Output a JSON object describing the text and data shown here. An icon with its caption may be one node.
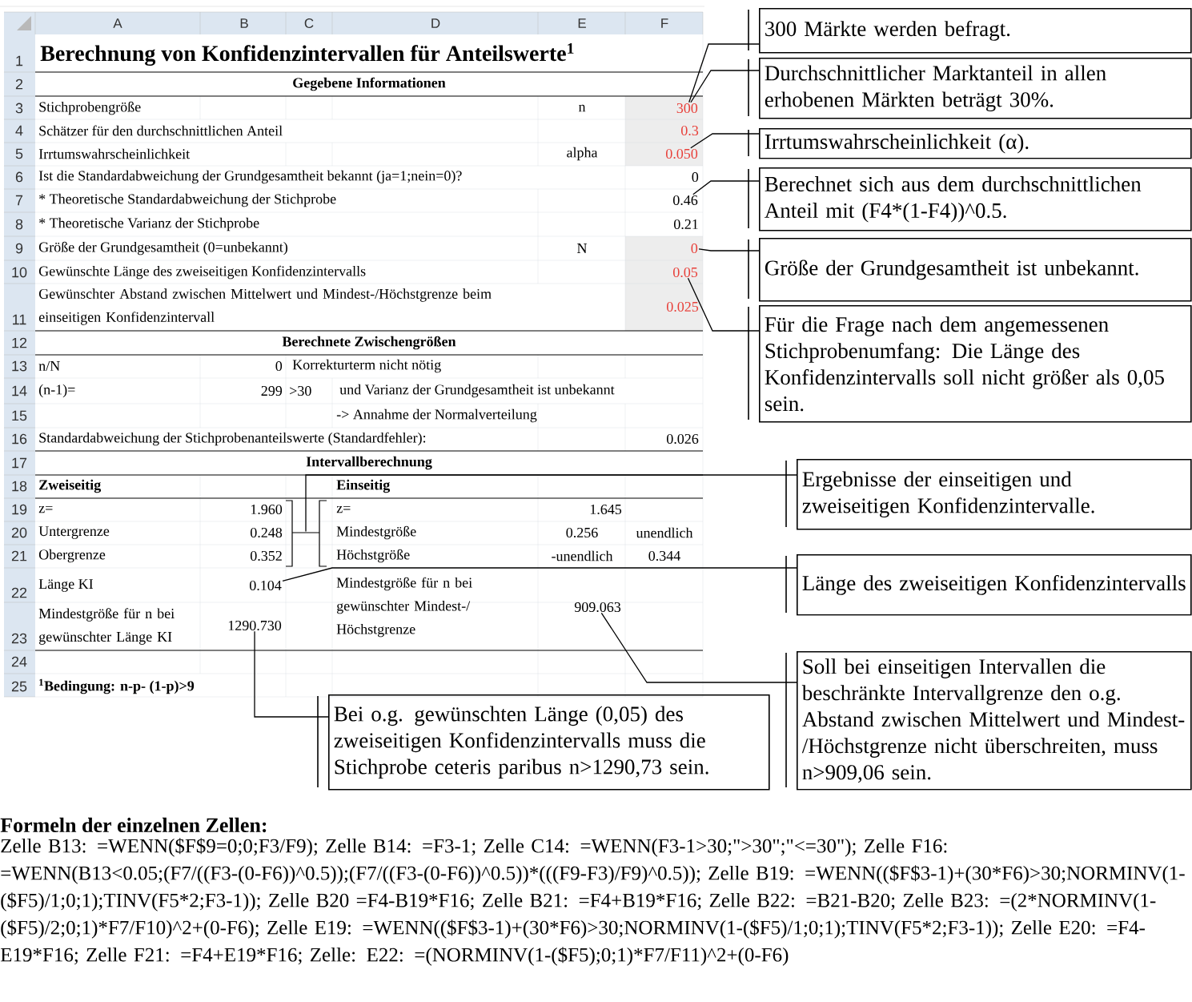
{
  "diagram": {
    "nodes": [
      {
        "text": [
          "300 Märkte werden befragt."
        ]
      },
      {
        "text": [
          "Durchschnittlicher Marktanteil in allen erhobenen Märkten beträgt 30%."
        ]
      },
      {
        "text": [
          "Irrtumswahrscheinlichkeit (α)."
        ]
      },
      {
        "text": [
          "Berechnet sich aus dem durchschnittlichen Anteil mit (F4*(1-F4))^0.5."
        ]
      },
      {
        "text": [
          "Größe der Grundgesamtheit ist unbekannt."
        ]
      },
      {
        "text": [
          "Für die Frage nach dem angemessenen Stichprobenumfang: Die Länge des Konfidenzintervalls soll nicht größer als 0,05 sein."
        ]
      },
      {
        "text": [
          "Ergebnisse der einseitigen und zweiseitigen Konfidenzintervalle."
        ]
      },
      {
        "text": [
          "Länge des zweiseitigen Konfidenzintervalls"
        ]
      },
      {
        "text": [
          "Bei o.g. gewünschten Länge (0,05) des zweiseitigen Konfidenzintervalls muss die Stichprobe ceteris paribus n>1290,73 sein."
        ]
      },
      {
        "text": [
          "Soll bei einseitigen Intervallen die beschränkte Intervallgrenze den o.g. Abstand zwischen Mittelwert und Mindest-/Höchstgrenze nicht überschreiten, muss n>909,06 sein."
        ]
      },
      {
        "text": [
          "300"
        ]
      },
      {
        "text": [
          "0.050"
        ]
      },
      {
        "text": [
          "0.46"
        ]
      },
      {
        "text": [
          "0"
        ]
      },
      {
        "text": [
          "0.05"
        ]
      },
      {
        "text": [],
        "shape": "bracket"
      },
      {
        "text": [
          "0.104"
        ]
      },
      {
        "text": [
          "1290.730"
        ]
      },
      {
        "text": [
          "909.063"
        ]
      }
    ],
    "edges": [
      {
        "from": 0,
        "to": 10,
        "arrow": "none"
      },
      {
        "from": 1,
        "to": 10,
        "arrow": "none"
      },
      {
        "from": 2,
        "to": 11,
        "arrow": "none"
      },
      {
        "from": 3,
        "to": 12,
        "arrow": "none"
      },
      {
        "from": 4,
        "to": 13,
        "arrow": "none"
      },
      {
        "from": 5,
        "to": 14,
        "arrow": "none"
      },
      {
        "from": 6,
        "to": 15,
        "arrow": "none"
      },
      {
        "from": 7,
        "to": 16,
        "arrow": "none"
      },
      {
        "from": 8,
        "to": 17,
        "arrow": "none"
      },
      {
        "from": 9,
        "to": 18,
        "arrow": "none"
      }
    ],
    "labels": [
      "A",
      "B",
      "C",
      "D",
      "E",
      "F",
      "1",
      "Berechnung von Konfidenzintervallen für Anteilswerte$^{1}$",
      "2",
      "Gegebene Informationen",
      "3",
      "Stichprobengröße",
      "n",
      "4",
      "Schätzer für den durchschnittlichen Anteil",
      "0.3",
      "5",
      "Irrtumswahrscheinlichkeit",
      "alpha",
      "6",
      "Ist die Standardabweichung der Grundgesamtheit bekannt (ja=1;nein=0)?",
      "0",
      "7",
      "* Theoretische Standardabweichung der Stichprobe",
      "8",
      "* Theoretische Varianz der Stichprobe",
      "0.21",
      "9",
      "Größe der Grundgesamtheit (0=unbekannt)",
      "N",
      "10",
      "Gewünschte Länge des zweiseitigen Konfidenzintervalls",
      "11",
      "Gewünschter Abstand zwischen Mittelwert und Mindest-/Höchstgrenze beim einseitigen Konfidenzintervall",
      "0.025",
      "12",
      "Berechnete Zwischengrößen",
      "13",
      "n/N",
      "0",
      "Korrekturterm nicht nötig",
      "14",
      "(n-1)=",
      "299",
      ">30",
      "und Varianz der Grundgesamtheit ist unbekannt",
      "15",
      "-> Annahme der Normalverteilung",
      "16",
      "Standardabweichung der Stichprobenanteilswerte (Standardfehler):",
      "0.026",
      "17",
      "Intervallberechnung",
      "18",
      "Zweiseitig",
      "Einseitig",
      "19",
      "z=",
      "1.960",
      "z=",
      "1.645",
      "20",
      "Untergrenze",
      "0.248",
      "Mindestgröße",
      "0.256",
      "unendlich",
      "21",
      "Obergrenze",
      "0.352",
      "Höchstgröße",
      "-unendlich",
      "0.344",
      "22",
      "Länge KI",
      "Mindestgröße für n bei gewünschter Mindest-/ Höchstgrenze",
      "23",
      "Mindestgröße für n bei gewünschter Länge KI",
      "24",
      "25",
      "$^{1}$Bedingung: n-p- (1-p)>9",
      "Formeln der einzelnen Zellen:",
      "Zelle B13: =WENN($F$9=0;0;F3/F9); Zelle B14: =F3-1; Zelle C14: =WENN(F3-1>30;\">30\";\"<=30\"); Zelle F16: =WENN(B13<0.05;(F7/((F3-(0-F6))^0.5));(F7/((F3-(0-F6))^0.5))*(((F9-F3)/F9)^0.5)); Zelle B19: =WENN(($F$3-1)+(30*F6)>30;NORMINV(1-($F5)/1;0;1);TINV(F5*2;F3-1)); Zelle B20 =F4-B19*F16; Zelle B21: =F4+B19*F16; Zelle B22: =B21-B20; Zelle B23: =(2*NORMINV(1-($F5)/2;0;1)*F7/F10)^2+(0-F6); Zelle E19: =WENN(($F$3-1)+(30*F6)>30;NORMINV(1-($F5)/1;0;1);TINV(F5*2;F3-1)); Zelle E20: =F4-E19*F16; Zelle F21: =F4+E19*F16; Zelle: E22: =(NORMINV(1-($F5);0;1)*F7/F11)^2+(0-F6)"
    ]
  }
}
